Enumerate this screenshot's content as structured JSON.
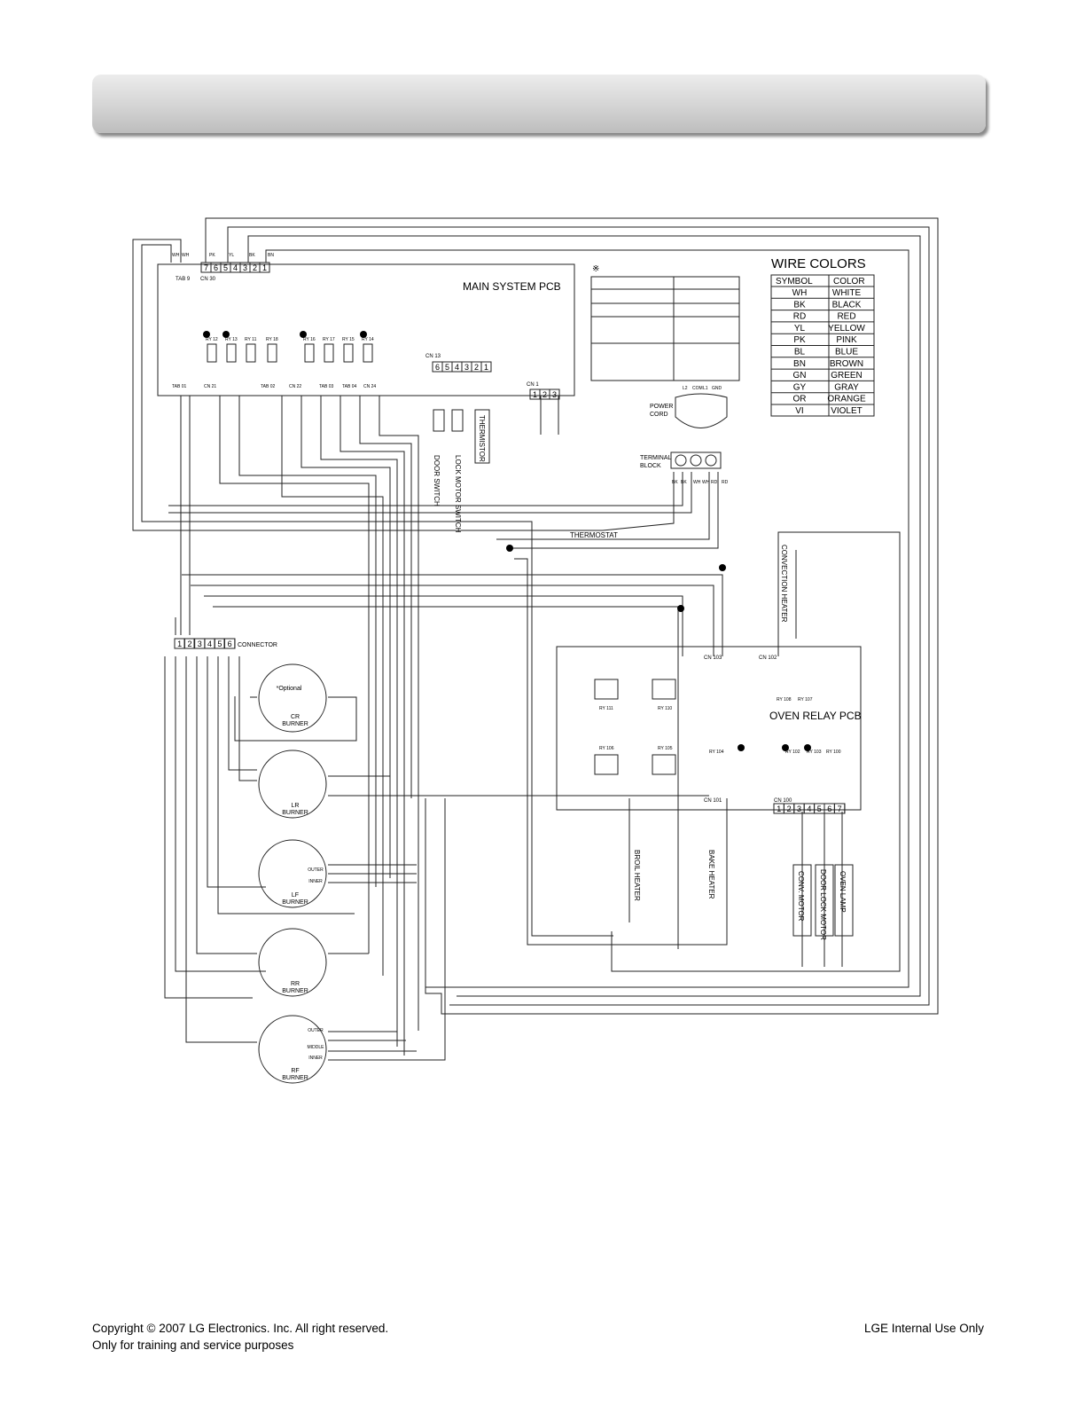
{
  "header": {
    "title": ""
  },
  "diagram": {
    "main_pcb": {
      "label": "MAIN SYSTEM PCB",
      "connector_pins": [
        "7",
        "6",
        "5",
        "4",
        "3",
        "2",
        "1"
      ],
      "connector_label": "CN 30",
      "tab_label": "TAB 9",
      "top_wires": [
        "WH",
        "WH",
        "PK",
        "YL",
        "BK",
        "BN"
      ],
      "cn13_pins": [
        "6",
        "5",
        "4",
        "3",
        "2",
        "1"
      ],
      "cn13_label": "CN 13",
      "cn1_pins": [
        "1",
        "2",
        "3"
      ],
      "cn1_label": "CN 1",
      "relays": [
        "RY 12",
        "RY 13",
        "RY 11",
        "RY 18",
        "RY 16",
        "RY 17",
        "RY 15",
        "RY 14"
      ],
      "bottom_connectors": [
        "TAB 01",
        "CN 21",
        "TAB 02",
        "CN 22",
        "TAB 03",
        "TAB 04",
        "CN 24"
      ]
    },
    "mark": "※",
    "wire_colors": {
      "title": "WIRE COLORS",
      "header": [
        "SYMBOL",
        "COLOR"
      ],
      "rows": [
        [
          "WH",
          "WHITE"
        ],
        [
          "BK",
          "BLACK"
        ],
        [
          "RD",
          "RED"
        ],
        [
          "YL",
          "YELLOW"
        ],
        [
          "PK",
          "PINK"
        ],
        [
          "BL",
          "BLUE"
        ],
        [
          "BN",
          "BROWN"
        ],
        [
          "GN",
          "GREEN"
        ],
        [
          "GY",
          "GRAY"
        ],
        [
          "OR",
          "ORANGE"
        ],
        [
          "VI",
          "VIOLET"
        ]
      ]
    },
    "power_cord": {
      "label_1": "POWER",
      "label_2": "CORD",
      "pins": [
        "L2",
        "COM",
        "L1",
        "GND"
      ]
    },
    "terminal_block": {
      "label_1": "TERMINAL",
      "label_2": "BLOCK",
      "wires": [
        "BK",
        "BK",
        "WH",
        "WH",
        "RD",
        "RD"
      ]
    },
    "components": {
      "door_switch": "DOOR SWITCH",
      "lock_motor_switch": "LOCK MOTOR SWITCH",
      "thermistor": "THERMISTOR",
      "thermostat": "THERMOSTAT",
      "convection_heater": "CONVECTION HEATER",
      "connector": "CONNECTOR",
      "connector_pins": [
        "1",
        "2",
        "3",
        "4",
        "5",
        "6"
      ],
      "oven_relay_pcb": "OVEN RELAY PCB",
      "cn102": "CN 102",
      "cn103": "CN 103",
      "cn101": "CN 101",
      "cn100": "CN 100",
      "cn100_pins": [
        "1",
        "2",
        "3",
        "4",
        "5",
        "6",
        "7"
      ],
      "relays": [
        "RY 111",
        "RY 110",
        "RY 106",
        "RY 105",
        "RY 104",
        "RY 102",
        "RY 103",
        "RY 100",
        "RY 108",
        "RY 107"
      ],
      "broil_heater": "BROIL HEATER",
      "bake_heater": "BAKE HEATER",
      "conv_motor": "CONV. MOTOR",
      "door_lock_motor": "DOOR LOCK MOTOR",
      "oven_lamp": "OVEN LAMP"
    },
    "burners": [
      {
        "name_1": "CR",
        "name_2": "BURNER",
        "note": "*Optional"
      },
      {
        "name_1": "LR",
        "name_2": "BURNER"
      },
      {
        "name_1": "LF",
        "name_2": "BURNER",
        "inner": "INNER",
        "outer": "OUTER"
      },
      {
        "name_1": "RR",
        "name_2": "BURNER"
      },
      {
        "name_1": "RF",
        "name_2": "BURNER",
        "outer": "OUTER",
        "middle": "MIDDLE",
        "inner": "INNER"
      }
    ]
  },
  "footer": {
    "copyright": "Copyright © 2007 LG Electronics. Inc. All right reserved.",
    "purpose": "Only for training and service purposes",
    "internal": "LGE Internal Use Only"
  }
}
